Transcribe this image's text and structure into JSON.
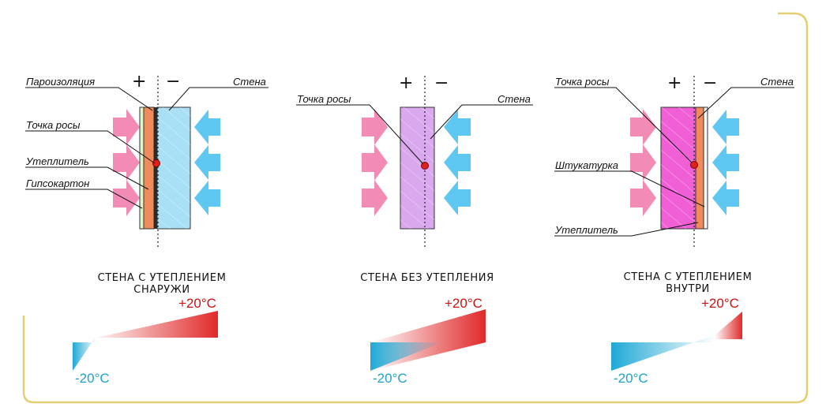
{
  "colors": {
    "frame": "#e2cf74",
    "warm_arrow": "#f28cb6",
    "cold_arrow": "#5ec8f2",
    "wall_blue": "#a9e0f5",
    "wall_lilac": "#d9a8ee",
    "wall_magenta": "#f05fd6",
    "insulation_orange": "#f28b5a",
    "dew_point": "#e01f1f",
    "temp_warm": "#e02a2a",
    "temp_cold": "#1fa9d6"
  },
  "symbols": {
    "plus": "+",
    "minus": "−"
  },
  "panels": [
    {
      "id": "outside",
      "caption_lines": [
        "СТЕНА С УТЕПЛЕНИЕМ",
        "СНАРУЖИ"
      ],
      "labels": {
        "vapor": "Пароизоляция",
        "dew": "Точка росы",
        "insulation": "Утеплитель",
        "drywall": "Гипсокартон",
        "wall": "Стена"
      },
      "temp_warm": "+20°C",
      "temp_cold": "-20°C"
    },
    {
      "id": "none",
      "caption_lines": [
        "СТЕНА БЕЗ УТЕПЛЕНИЯ"
      ],
      "labels": {
        "dew": "Точка росы",
        "wall": "Стена"
      },
      "temp_warm": "+20°C",
      "temp_cold": "-20°C"
    },
    {
      "id": "inside",
      "caption_lines": [
        "СТЕНА С УТЕПЛЕНИЕМ",
        "ВНУТРИ"
      ],
      "labels": {
        "dew": "Точка росы",
        "wall": "Стена",
        "plaster": "Штукатурка",
        "insulation": "Утеплитель"
      },
      "temp_warm": "+20°C",
      "temp_cold": "-20°C"
    }
  ]
}
